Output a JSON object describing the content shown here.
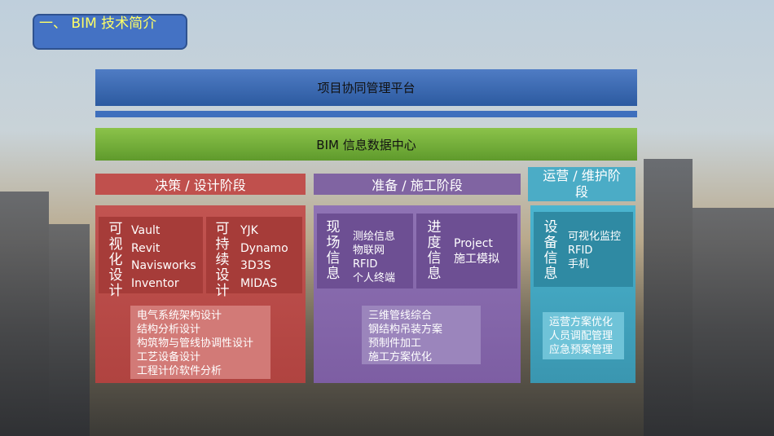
{
  "title": "一、 BIM 技术简介",
  "platform": "项目协同管理平台",
  "data_center": "BIM 信息数据中心",
  "stages": {
    "design": "决策 / 设计阶段",
    "construction": "准备 / 施工阶段",
    "operation": "运营 / 维护阶段"
  },
  "design": {
    "label_a": "可视化设计",
    "tools_a": [
      "Vault",
      "Revit",
      "Navisworks",
      "Inventor"
    ],
    "label_b": "可持续设计",
    "tools_b": [
      "YJK",
      "Dynamo",
      "3D3S",
      "MIDAS"
    ],
    "items": [
      "电气系统架构设计",
      "结构分析设计",
      "构筑物与管线协调性设计",
      "工艺设备设计",
      "工程计价软件分析"
    ]
  },
  "construction": {
    "label_a": "现场信息",
    "tools_a": [
      "测绘信息",
      "物联网",
      "RFID",
      "个人终端"
    ],
    "label_b": "进度信息",
    "tools_b": [
      "Project",
      "施工模拟"
    ],
    "items": [
      "三维管线综合",
      "钢结构吊装方案",
      "预制件加工",
      "施工方案优化"
    ]
  },
  "operation": {
    "label_a": "设备信息",
    "tools_a": [
      "可视化监控",
      "RFID",
      "手机"
    ],
    "items": [
      "运营方案优化",
      "人员调配管理",
      "应急预案管理"
    ]
  }
}
